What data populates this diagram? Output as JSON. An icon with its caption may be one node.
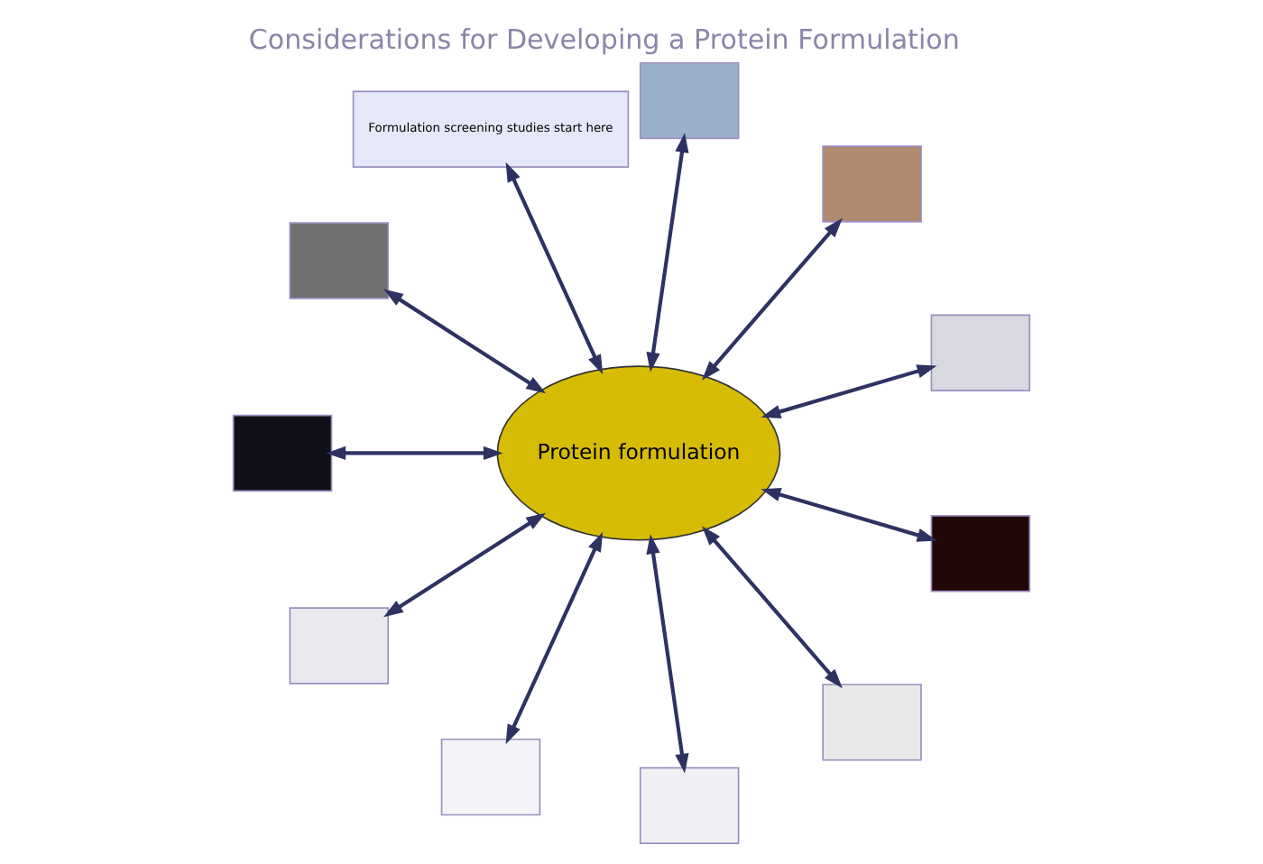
{
  "diagram": {
    "title": "Considerations for Developing a Protein Formulation",
    "nodes": [
      {
        "text": [
          "Protein formulation"
        ]
      },
      {
        "text": [],
        "shape": "box"
      },
      {
        "text": [],
        "shape": "box"
      },
      {
        "text": [],
        "shape": "box"
      },
      {
        "text": [
          "Formulation screening studies start here"
        ]
      },
      {
        "text": [],
        "shape": "box"
      },
      {
        "text": [],
        "shape": "box"
      },
      {
        "text": [],
        "shape": "box"
      },
      {
        "text": [],
        "shape": "box"
      },
      {
        "text": [],
        "shape": "box"
      },
      {
        "text": [],
        "shape": "box"
      },
      {
        "text": [],
        "shape": "box"
      }
    ],
    "edges": [
      {
        "from": 0,
        "to": 1,
        "arrow": "both"
      },
      {
        "from": 0,
        "to": 2,
        "arrow": "both"
      },
      {
        "from": 0,
        "to": 5,
        "arrow": "both"
      },
      {
        "from": 0,
        "to": 7,
        "arrow": "both"
      },
      {
        "from": 0,
        "to": 8,
        "arrow": "both"
      },
      {
        "from": 0,
        "to": 11,
        "arrow": "both"
      },
      {
        "from": 0,
        "to": 10,
        "arrow": "both"
      },
      {
        "from": 0,
        "to": 9,
        "arrow": "both"
      },
      {
        "from": 0,
        "to": 6,
        "arrow": "both"
      },
      {
        "from": 0,
        "to": 4,
        "arrow": "both"
      },
      {
        "from": 0,
        "to": 3,
        "arrow": "both"
      }
    ]
  }
}
